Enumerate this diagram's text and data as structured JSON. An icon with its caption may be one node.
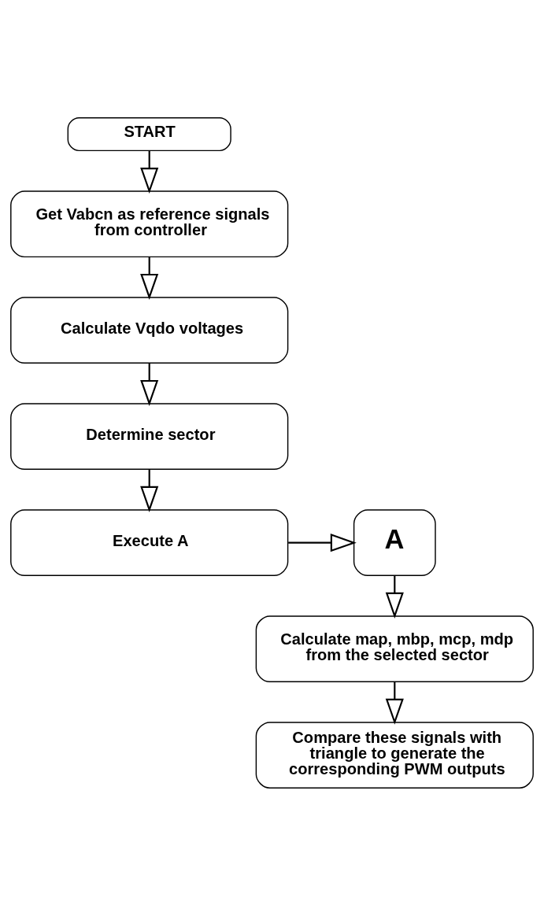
{
  "diagram": {
    "nodes": [
      {
        "text": [
          "START"
        ]
      },
      {
        "text": [
          "Get Vabcn as reference signals from controller"
        ]
      },
      {
        "text": [
          "Calculate Vqdo voltages"
        ]
      },
      {
        "text": [
          "Determine sector"
        ]
      },
      {
        "text": [
          "Execute A"
        ]
      },
      {
        "text": [
          "A"
        ]
      },
      {
        "text": [
          "Calculate map, mbp, mcp, mdp from the selected sector"
        ]
      },
      {
        "text": [
          "Compare these signals with triangle to generate the corresponding PWM outputs"
        ]
      }
    ],
    "edges": [
      {
        "from": 0,
        "to": 1,
        "arrow": "to"
      },
      {
        "from": 1,
        "to": 2,
        "arrow": "to"
      },
      {
        "from": 2,
        "to": 3,
        "arrow": "to"
      },
      {
        "from": 3,
        "to": 4,
        "arrow": "to"
      },
      {
        "from": 4,
        "to": 5,
        "arrow": "to"
      },
      {
        "from": 5,
        "to": 6,
        "arrow": "to"
      },
      {
        "from": 6,
        "to": 7,
        "arrow": "to"
      }
    ]
  }
}
